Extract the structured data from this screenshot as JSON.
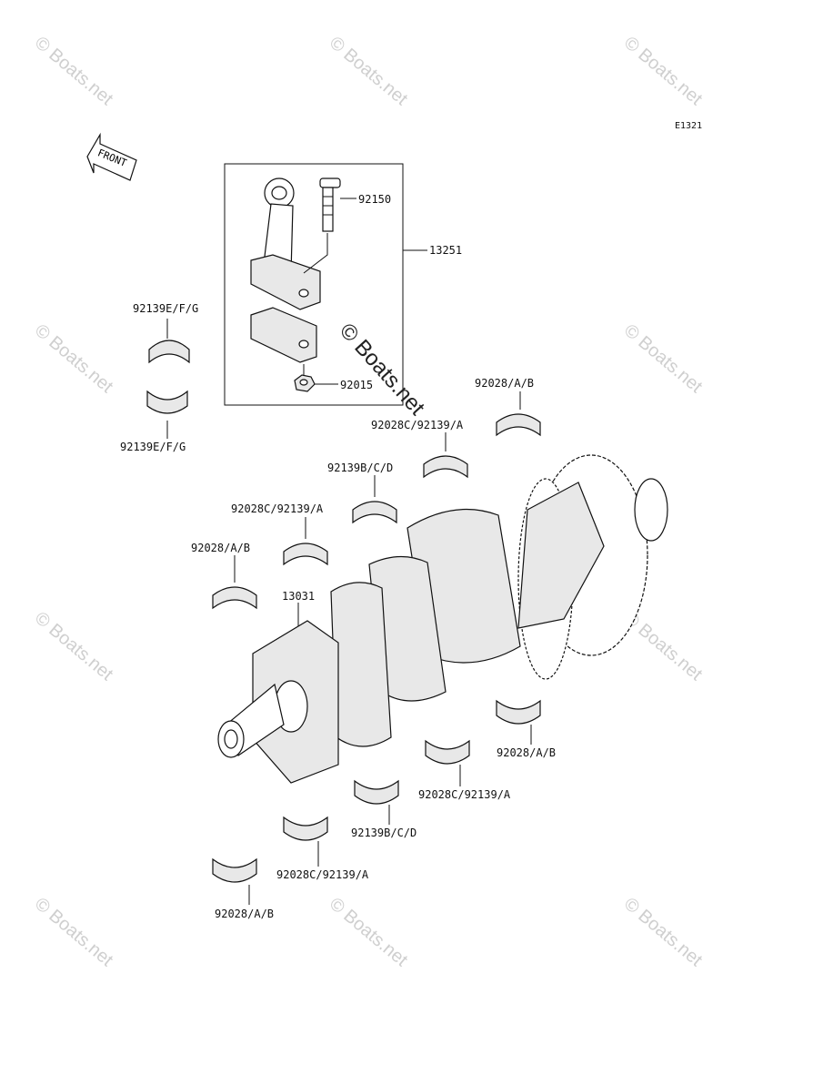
{
  "diagram_code": "E1321",
  "front_label": "FRONT",
  "watermark": "© Boats.net",
  "labels": {
    "l92150": "92150",
    "l13251": "13251",
    "l92015": "92015",
    "l92139efg_top": "92139E/F/G",
    "l92139efg_bot": "92139E/F/G",
    "l92028ab_1": "92028/A/B",
    "l92028c92139a_1": "92028C/92139/A",
    "l92139bcd_1": "92139B/C/D",
    "l92028c92139a_2": "92028C/92139/A",
    "l92028ab_2": "92028/A/B",
    "l13031": "13031",
    "l92028ab_3": "92028/A/B",
    "l92028c92139a_3": "92028C/92139/A",
    "l92139bcd_2": "92139B/C/D",
    "l92028c92139a_4": "92028C/92139/A",
    "l92028ab_4": "92028/A/B"
  },
  "colors": {
    "line": "#111111",
    "watermark": "#cfcfcf"
  }
}
